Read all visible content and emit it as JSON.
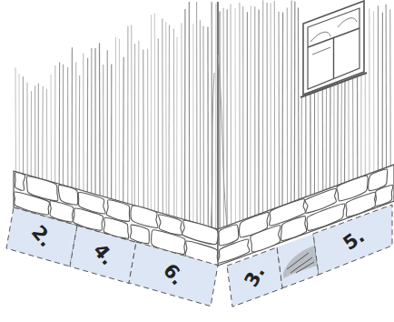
{
  "diagram": {
    "nodes": [
      {
        "text": [
          "2."
        ]
      },
      {
        "text": [
          "4."
        ]
      },
      {
        "text": [
          "6."
        ]
      },
      {
        "text": [
          "3."
        ]
      },
      {
        "text": [
          "5."
        ]
      }
    ]
  }
}
